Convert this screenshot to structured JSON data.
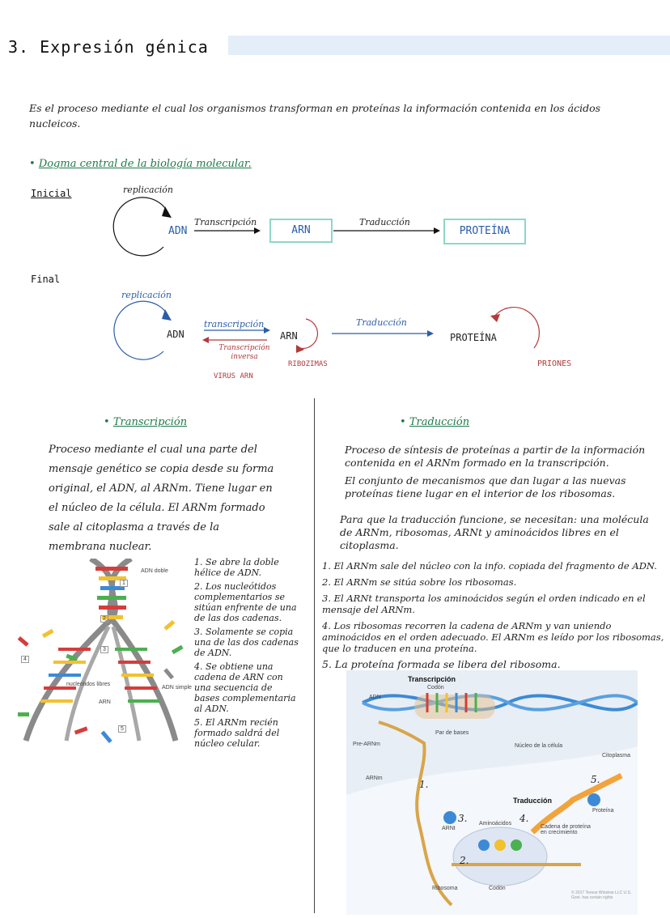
{
  "header": {
    "title": "3. Expresión génica"
  },
  "intro": "Es el proceso mediante el cual los organismos transforman en proteínas la información contenida en los ácidos nucleicos.",
  "dogma": {
    "heading": "Dogma central de la biología molecular.",
    "initial": {
      "label": "Inicial",
      "replication": "replicación",
      "adn": "ADN",
      "transcription": "Transcripción",
      "arn": "ARN",
      "translation": "Traducción",
      "protein": "PROTEÍNA"
    },
    "final": {
      "label": "Final",
      "replication": "replicación",
      "adn": "ADN",
      "transcription": "transcripción",
      "reverse": "Transcripción inversa",
      "virus": "VIRUS ARN",
      "arn": "ARN",
      "ribozymes": "RIBOZIMAS",
      "translation": "Traducción",
      "protein": "PROTEÍNA",
      "prions": "PRIONES"
    }
  },
  "transcription": {
    "heading": "Transcripción",
    "paragraph": "Proceso mediante el cual una parte del mensaje genético se copia desde su forma original, el ADN, al ARNm. Tiene lugar en el núcleo de la célula. El ARNm formado sale al citoplasma a través de la membrana nuclear.",
    "steps": [
      "1. Se abre la doble hélice de ADN.",
      "2. Los nucleótidos complementarios se sitúan enfrente de una de las dos cadenas.",
      "3. Solamente se copia una de las dos cadenas de ADN.",
      "4. Se obtiene una cadena de ARN con una secuencia de bases complementaria al ADN.",
      "5. El ARNm recién formado saldrá del núcleo celular."
    ],
    "figure": {
      "adn_doble": "ADN doble",
      "nucleotidos": "nucleótidos libres",
      "adn_simple": "ADN simple",
      "arn": "ARN",
      "markers": [
        "1",
        "2",
        "3",
        "4",
        "5"
      ]
    }
  },
  "translation": {
    "heading": "Traducción",
    "paragraph1": "Proceso de síntesis de proteínas a partir de la información contenida en el ARNm formado en la transcripción.",
    "paragraph2": "El conjunto de mecanismos que dan lugar a las nuevas proteínas tiene lugar en el interior de los ribosomas.",
    "paragraph3": "Para que la traducción funcione, se necesitan: una molécula de ARNm, ribosomas, ARNt y aminoácidos libres en el citoplasma.",
    "steps": [
      "1. El ARNm sale del núcleo con la info. copiada del fragmento de ADN.",
      "2. El ARNm se sitúa sobre los ribosomas.",
      "3. El ARNt transporta los aminoácidos según el orden indicado en el mensaje del ARNm.",
      "4. Los ribosomas recorren la cadena de ARNm y van uniendo aminoácidos en el orden adecuado. El ARNm es leído por los ribosomas, que lo traducen en una proteína.",
      "5. La proteína formada se libera del ribosoma."
    ],
    "figure": {
      "transcripcion": "Transcripción",
      "codon_top": "Codón",
      "adn": "ADN",
      "par_bases": "Par de bases",
      "pre_arnm": "Pre-ARNm",
      "nucleo": "Núcleo de la célula",
      "citoplasma": "Citoplasma",
      "arnm": "ARNm",
      "traduccion": "Traducción",
      "proteina": "Proteína",
      "aminoacidos": "Aminoácidos",
      "arnt": "ARNt",
      "cadena": "Cadena de proteína en crecimiento",
      "ribosoma": "Ribosoma",
      "codon_bottom": "Codón",
      "copyright": "© 2017 Terese Winslow LLC U.S. Govt. has certain rights",
      "marker1": "1.",
      "marker2": "2.",
      "marker3": "3.",
      "marker4": "4.",
      "marker5": "5."
    }
  },
  "colors": {
    "green_heading": "#1f7a4a",
    "blue_arrow": "#2a5da8",
    "red_arrow": "#b23a3a",
    "box_border": "#8fd6c8",
    "title_bar": "#e3eef9"
  }
}
